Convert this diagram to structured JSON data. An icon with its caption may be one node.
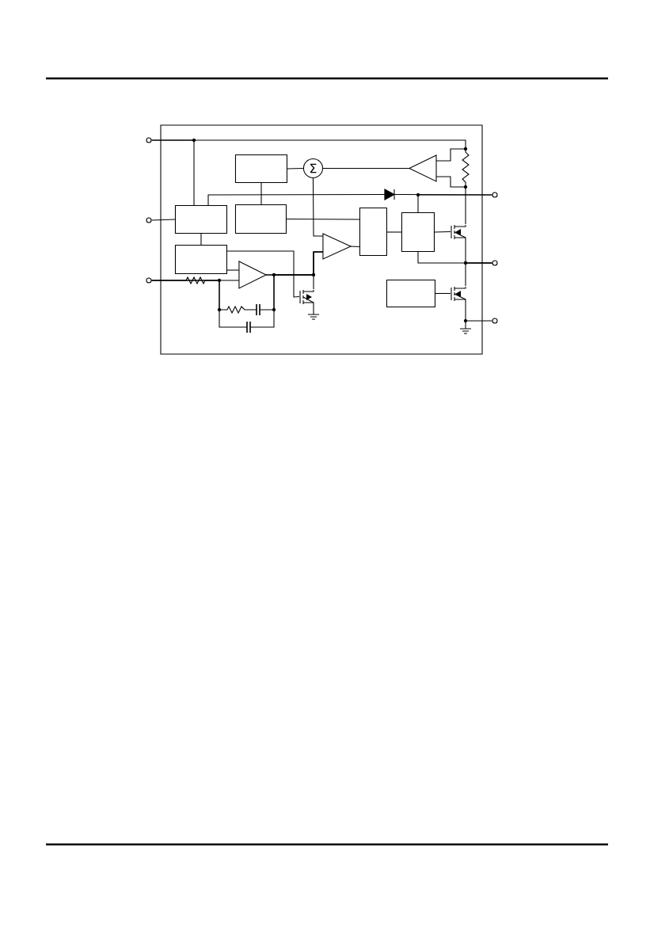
{
  "diagram": {
    "nodes": [
      {
        "text": [],
        "shape": "box"
      },
      {
        "text": [],
        "shape": "circle"
      },
      {
        "text": [],
        "shape": "circle"
      },
      {
        "text": [],
        "shape": "circle"
      },
      {
        "text": [],
        "shape": "circle"
      },
      {
        "text": [],
        "shape": "circle"
      },
      {
        "text": [],
        "shape": "circle"
      },
      {
        "text": [],
        "shape": "box",
        "in": 0
      },
      {
        "text": [],
        "shape": "box",
        "in": 0
      },
      {
        "text": [],
        "shape": "box",
        "in": 0
      },
      {
        "text": [],
        "shape": "box",
        "in": 0
      },
      {
        "text": [],
        "shape": "box",
        "in": 0
      },
      {
        "text": [],
        "shape": "box",
        "in": 0
      },
      {
        "text": [],
        "shape": "box",
        "in": 0
      },
      {
        "text": [
          "Σ"
        ],
        "in": 0
      },
      {
        "text": [],
        "shape": "triangle",
        "in": 0
      },
      {
        "text": [],
        "shape": "triangle",
        "in": 0
      },
      {
        "text": [],
        "shape": "triangle",
        "in": 0
      },
      {
        "text": [],
        "shape": "diode",
        "in": 0
      },
      {
        "text": [],
        "shape": "transistor",
        "in": 0
      },
      {
        "text": [],
        "shape": "transistor",
        "in": 0
      },
      {
        "text": [],
        "shape": "transistor",
        "in": 0
      }
    ],
    "edges": [
      {
        "from": 1,
        "to": 7,
        "arrow": "none"
      },
      {
        "from": 2,
        "to": 7,
        "arrow": "none"
      },
      {
        "from": 7,
        "to": 10,
        "arrow": "none"
      },
      {
        "from": 7,
        "to": 18,
        "arrow": "none"
      },
      {
        "from": 18,
        "to": 4,
        "arrow": "none"
      },
      {
        "from": 12,
        "to": 4,
        "arrow": "none"
      },
      {
        "from": 8,
        "to": 14,
        "arrow": "none"
      },
      {
        "from": 8,
        "to": 9,
        "arrow": "none"
      },
      {
        "from": 15,
        "to": 14,
        "arrow": "none"
      },
      {
        "from": 14,
        "to": 16,
        "arrow": "none"
      },
      {
        "from": 9,
        "to": 11,
        "arrow": "none"
      },
      {
        "from": 16,
        "to": 11,
        "arrow": "none"
      },
      {
        "from": 11,
        "to": 12,
        "arrow": "none"
      },
      {
        "from": 12,
        "to": 5,
        "arrow": "none"
      },
      {
        "from": 10,
        "to": 17,
        "arrow": "none"
      },
      {
        "from": 3,
        "to": 17,
        "arrow": "none"
      },
      {
        "from": 17,
        "to": 16,
        "arrow": "none"
      },
      {
        "from": 1,
        "to": 15,
        "arrow": "none"
      },
      {
        "from": 15,
        "to": 20,
        "arrow": "none"
      },
      {
        "from": 12,
        "to": 20,
        "arrow": "none"
      },
      {
        "from": 13,
        "to": 21,
        "arrow": "none"
      },
      {
        "from": 20,
        "to": 5,
        "arrow": "none"
      },
      {
        "from": 21,
        "to": 5,
        "arrow": "none"
      },
      {
        "from": 21,
        "to": 6,
        "arrow": "none"
      },
      {
        "from": 10,
        "to": 19,
        "arrow": "none"
      },
      {
        "from": 17,
        "to": 19,
        "arrow": "none"
      },
      {
        "from": 3,
        "to": 16,
        "arrow": "none"
      },
      {
        "from": 3,
        "to": 16,
        "arrow": "none"
      }
    ]
  }
}
